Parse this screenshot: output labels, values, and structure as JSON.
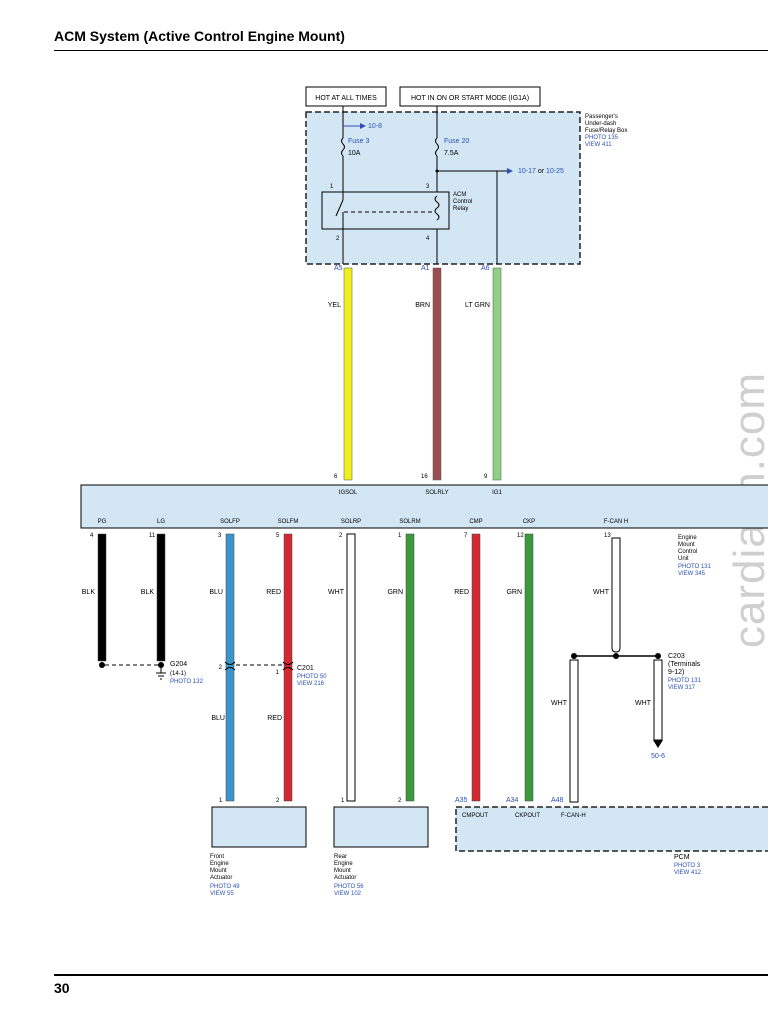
{
  "page": {
    "title": "ACM System (Active Control Engine Mount)",
    "page_number": "30",
    "watermark": "cardiagn.com"
  },
  "power": {
    "hot_at_all_times": "HOT AT ALL TIMES",
    "hot_in_on": "HOT IN ON OR START MODE (IG1A)"
  },
  "fuse_box": {
    "label": [
      "Passenger's",
      "Under-dash",
      "Fuse/Relay Box"
    ],
    "photo": "PHOTO 135",
    "view": "VIEW 411",
    "fuse3": {
      "name": "Fuse 3",
      "rating": "10A",
      "ref": "10-8"
    },
    "fuse20": {
      "name": "Fuse 20",
      "rating": "7.5A",
      "ref_a": "10-17",
      "ref_or": "or",
      "ref_b": "10-25"
    },
    "relay": {
      "label": [
        "ACM",
        "Control",
        "Relay"
      ],
      "pins": [
        "1",
        "2",
        "3",
        "4"
      ]
    },
    "connectors": [
      "A5",
      "A1",
      "A6"
    ]
  },
  "upper_wires": {
    "colors": [
      "YEL",
      "BRN",
      "LT GRN"
    ],
    "pins": [
      "6",
      "16",
      "9"
    ],
    "terminals": [
      "IGSOL",
      "SOLRLY",
      "IG1"
    ]
  },
  "ecu": {
    "label": [
      "Engine",
      "Mount",
      "Control",
      "Unit"
    ],
    "photo": "PHOTO 131",
    "view": "VIEW 345",
    "terminals": [
      "PG",
      "LG",
      "SOLFP",
      "SOLFM",
      "SOLRP",
      "SOLRM",
      "CMP",
      "CKP",
      "F-CAN H"
    ],
    "pins": [
      "4",
      "11",
      "3",
      "5",
      "2",
      "1",
      "7",
      "12",
      "13"
    ],
    "wire_colors": [
      "BLK",
      "BLK",
      "BLU",
      "RED",
      "WHT",
      "GRN",
      "RED",
      "GRN",
      "WHT"
    ]
  },
  "ground": {
    "name": "G204",
    "sub": "(14-1)",
    "photo": "PHOTO 132"
  },
  "c201": {
    "name": "C201",
    "photo": "PHOTO 50",
    "view": "VIEW 216",
    "pins": [
      "2",
      "1"
    ],
    "lower_colors": [
      "BLU",
      "RED"
    ]
  },
  "c203": {
    "lines": [
      "C203",
      "(Terminals",
      "9-12)"
    ],
    "photo": "PHOTO 131",
    "view": "VIEW 317",
    "left_color": "WHT",
    "right_color": "WHT",
    "ref": "50-6"
  },
  "front_actuator": {
    "label": [
      "Front",
      "Engine",
      "Mount",
      "Actuator"
    ],
    "photo": "PHOTO 49",
    "view": "VIEW 55",
    "pins": [
      "1",
      "2"
    ]
  },
  "rear_actuator": {
    "label": [
      "Rear",
      "Engine",
      "Mount",
      "Actuator"
    ],
    "photo": "PHOTO 56",
    "view": "VIEW 102",
    "pins": [
      "1",
      "2"
    ]
  },
  "pcm": {
    "label": "PCM",
    "photo": "PHOTO 3",
    "view": "VIEW 412",
    "connectors": [
      "A35",
      "A34",
      "A48"
    ],
    "terminals": [
      "CMPOUT",
      "CKPOUT",
      "F-CAN-H"
    ]
  },
  "colors": {
    "yel": "#f0f020",
    "brn": "#9a4e52",
    "ltgrn": "#92cf86",
    "blk": "#000000",
    "blu": "#3d95c9",
    "red": "#d22832",
    "grn": "#3d9a3c",
    "panel": "#d3e6f3",
    "link": "#2b4fb5"
  }
}
